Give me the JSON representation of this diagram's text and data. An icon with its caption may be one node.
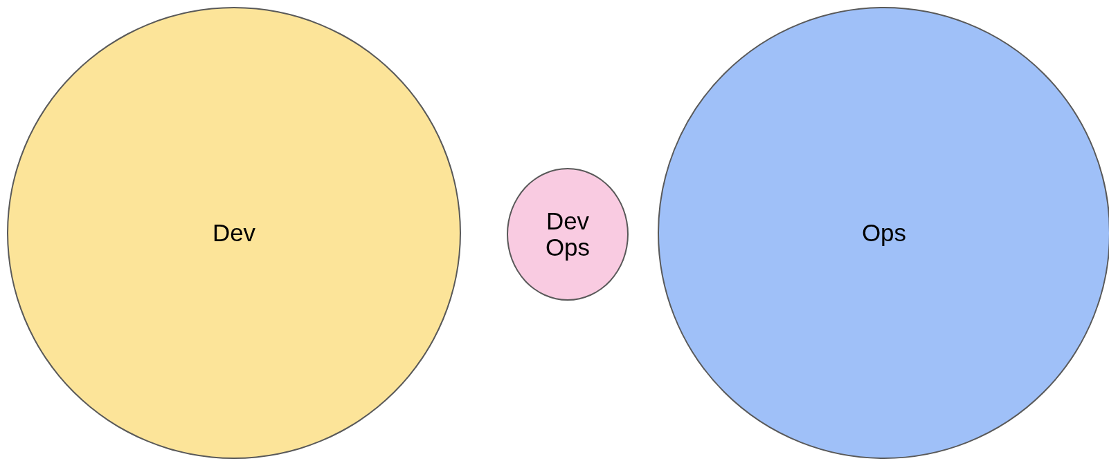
{
  "diagram": {
    "nodes": [
      {
        "text": [
          "Dev"
        ]
      },
      {
        "text": [
          "Dev Ops"
        ]
      },
      {
        "text": [
          "Ops"
        ]
      }
    ]
  }
}
